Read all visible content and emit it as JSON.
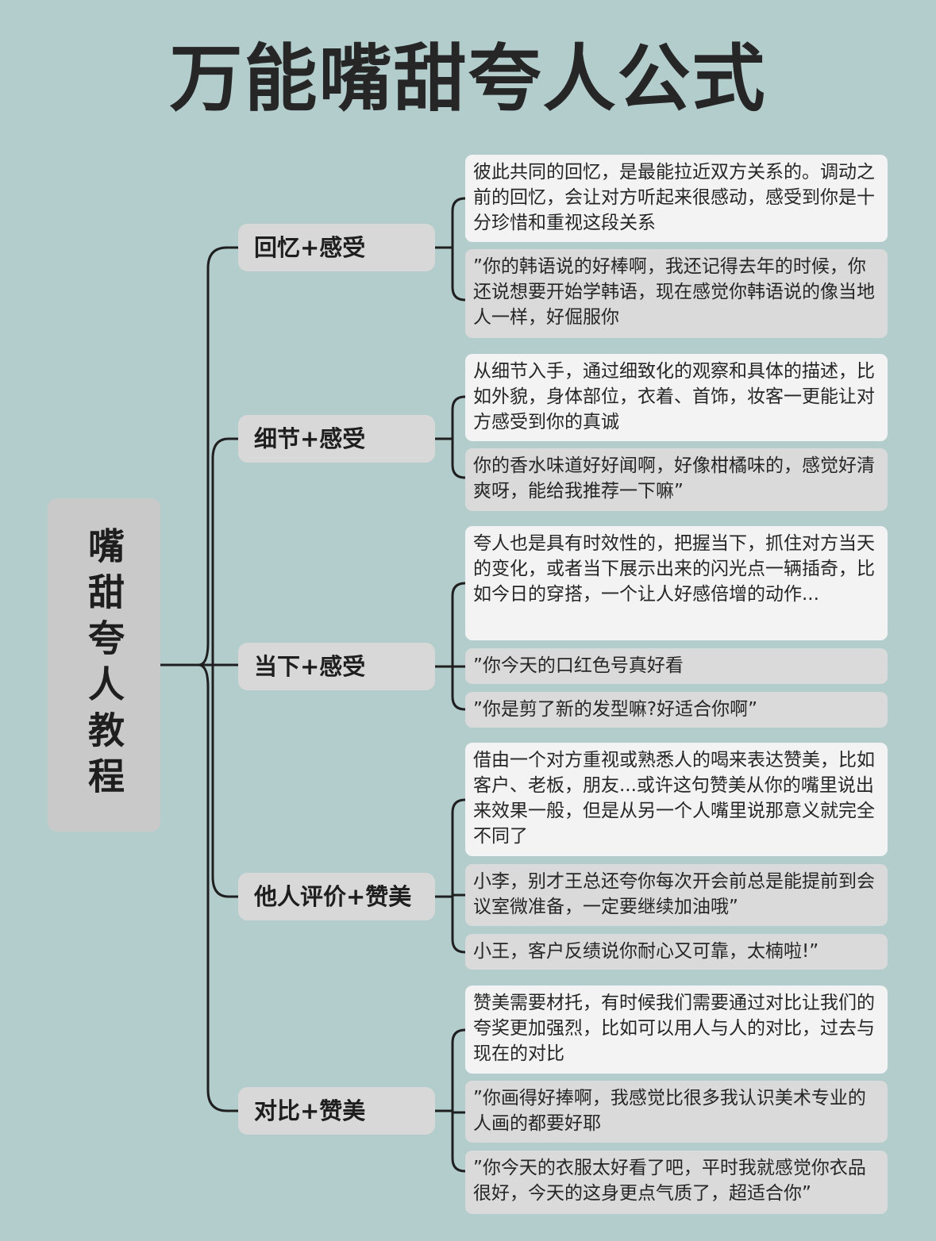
{
  "title": "万能嘴甜夸人公式",
  "root": {
    "label": "嘴甜夸人教程"
  },
  "branches": [
    {
      "label": "回忆+感受",
      "cards": [
        {
          "kind": "desc",
          "text": "彼此共同的回忆，是最能拉近双方关系的。调动之前的回忆，会让对方听起来很感动，感受到你是十分珍惜和重视这段关系"
        },
        {
          "kind": "example",
          "text": "”你的韩语说的好棒啊，我还记得去年的时候，你还说想要开始学韩语，现在感觉你韩语说的像当地人一样，好倔服你"
        }
      ]
    },
    {
      "label": "细节+感受",
      "cards": [
        {
          "kind": "desc",
          "text": "从细节入手，通过细致化的观察和具体的描述，比如外貌，身体部位，衣着、首饰，妆客一更能让对方感受到你的真诚"
        },
        {
          "kind": "example",
          "text": "你的香水味道好好闻啊，好像柑橘味的，感觉好清爽呀，能给我推荐一下嘛”"
        }
      ]
    },
    {
      "label": "当下+感受",
      "cards": [
        {
          "kind": "desc",
          "text": "夸人也是具有时效性的，把握当下，抓住对方当天的变化，或者当下展示出来的闪光点一辆插奇，比如今日的穿搭，一个让人好感倍增的动作..."
        },
        {
          "kind": "example",
          "text": "”你今天的口红色号真好看"
        },
        {
          "kind": "example",
          "text": "”你是剪了新的发型嘛?好适合你啊”"
        }
      ]
    },
    {
      "label": "他人评价+赞美",
      "cards": [
        {
          "kind": "desc",
          "text": "借由一个对方重视或熟悉人的喝来表达赞美，比如 客户、老板，朋友...或许这句赞美从你的嘴里说出来效果一般，但是从另一个人嘴里说那意义就完全不同了"
        },
        {
          "kind": "example",
          "text": "小李，别才王总还夸你每次开会前总是能提前到会议室微准备，一定要继续加油哦”"
        },
        {
          "kind": "example",
          "text": "小王，客户反绩说你耐心又可靠，太楠啦!”"
        }
      ]
    },
    {
      "label": "对比+赞美",
      "cards": [
        {
          "kind": "desc",
          "text": "赞美需要材托，有时候我们需要通过对比让我们的夸奖更加强烈，比如可以用人与人的对比，过去与现在的对比"
        },
        {
          "kind": "example",
          "text": "”你画得好捧啊，我感觉比很多我认识美术专业的人画的都要好耶"
        },
        {
          "kind": "example",
          "text": "”你今天的衣服太好看了吧，平时我就感觉你衣品很好，今天的这身更点气质了，超适合你”"
        }
      ]
    }
  ]
}
